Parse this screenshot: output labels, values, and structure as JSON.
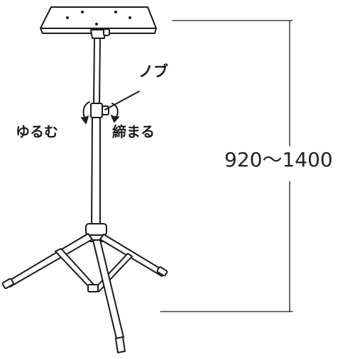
{
  "labels": {
    "knob": "ノブ",
    "loosen": "ゆるむ",
    "tighten": "締まる",
    "height_range": "920〜1400"
  },
  "colors": {
    "line": "#1a1a1a",
    "fill": "#ffffff"
  }
}
